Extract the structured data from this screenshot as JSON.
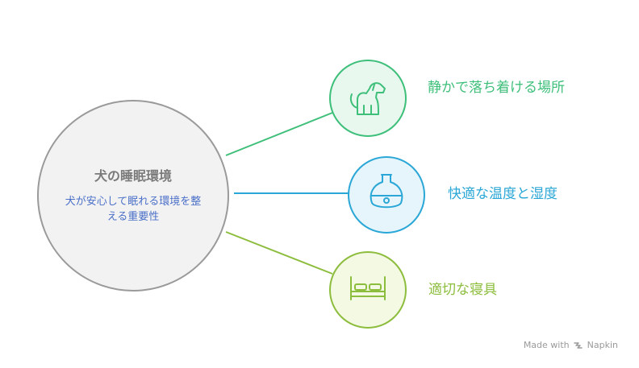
{
  "center": {
    "title": "犬の睡眠環境",
    "description": "犬が安心して眠れる環境を整える重要性"
  },
  "branches": [
    {
      "label": "静かで落ち着ける場所",
      "icon": "dog-icon",
      "color": "#3ebf7a",
      "fill": "#e8f8ef"
    },
    {
      "label": "快適な温度と湿度",
      "icon": "humidifier-icon",
      "color": "#2aa7d6",
      "fill": "#e6f5fc"
    },
    {
      "label": "適切な寝具",
      "icon": "bed-icon",
      "color": "#8cbd3c",
      "fill": "#f3f9e3"
    }
  ],
  "footer": {
    "made_with": "Made with",
    "brand": "Napkin"
  }
}
